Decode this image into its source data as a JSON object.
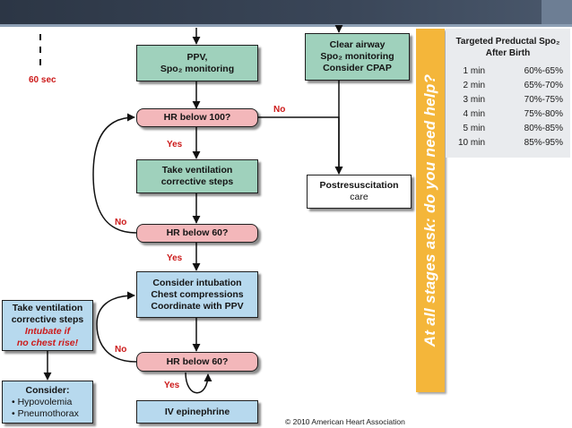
{
  "flow": {
    "time_label": "60 sec",
    "boxes": {
      "ppv": [
        "PPV,",
        "Spo₂ monitoring"
      ],
      "clear_airway": [
        "Clear airway",
        "Spo₂ monitoring",
        "Consider CPAP"
      ],
      "hr100": "HR below 100?",
      "take_vent": [
        "Take ventilation",
        "corrective steps"
      ],
      "postresus": [
        "Postresuscitation",
        "care"
      ],
      "hr60a": "HR below 60?",
      "intubation": [
        "Consider intubation",
        "Chest compressions",
        "Coordinate with PPV"
      ],
      "take_vent_left": [
        "Take ventilation",
        "corrective steps",
        "Intubate if",
        "no chest rise!"
      ],
      "hr60b": "HR below 60?",
      "consider": [
        "Consider:",
        "• Hypovolemia",
        "• Pneumothorax"
      ],
      "epinephrine": "IV epinephrine"
    },
    "labels": {
      "no_hr100": "No",
      "yes_hr100": "Yes",
      "no_hr60a": "No",
      "yes_hr60a": "Yes",
      "no_hr60b": "No",
      "yes_hr60b": "Yes"
    }
  },
  "sidebar": {
    "text": "At all stages ask: do you need help?"
  },
  "spo2_table": {
    "title": [
      "Targeted Preductal Spo₂",
      "After Birth"
    ],
    "rows": [
      {
        "time": "1 min",
        "range": "60%-65%"
      },
      {
        "time": "2 min",
        "range": "65%-70%"
      },
      {
        "time": "3 min",
        "range": "70%-75%"
      },
      {
        "time": "4 min",
        "range": "75%-80%"
      },
      {
        "time": "5 min",
        "range": "80%-85%"
      },
      {
        "time": "10 min",
        "range": "85%-95%"
      }
    ]
  },
  "footer": {
    "copyright": "© 2010 American Heart Association"
  },
  "colors": {
    "green_box": "#9fd1bc",
    "pink_box": "#f3b7ba",
    "blue_box": "#b7d9ee",
    "sidebar": "#f4b63a",
    "label_red": "#cc1a1a",
    "topbar": "#2c3645"
  }
}
